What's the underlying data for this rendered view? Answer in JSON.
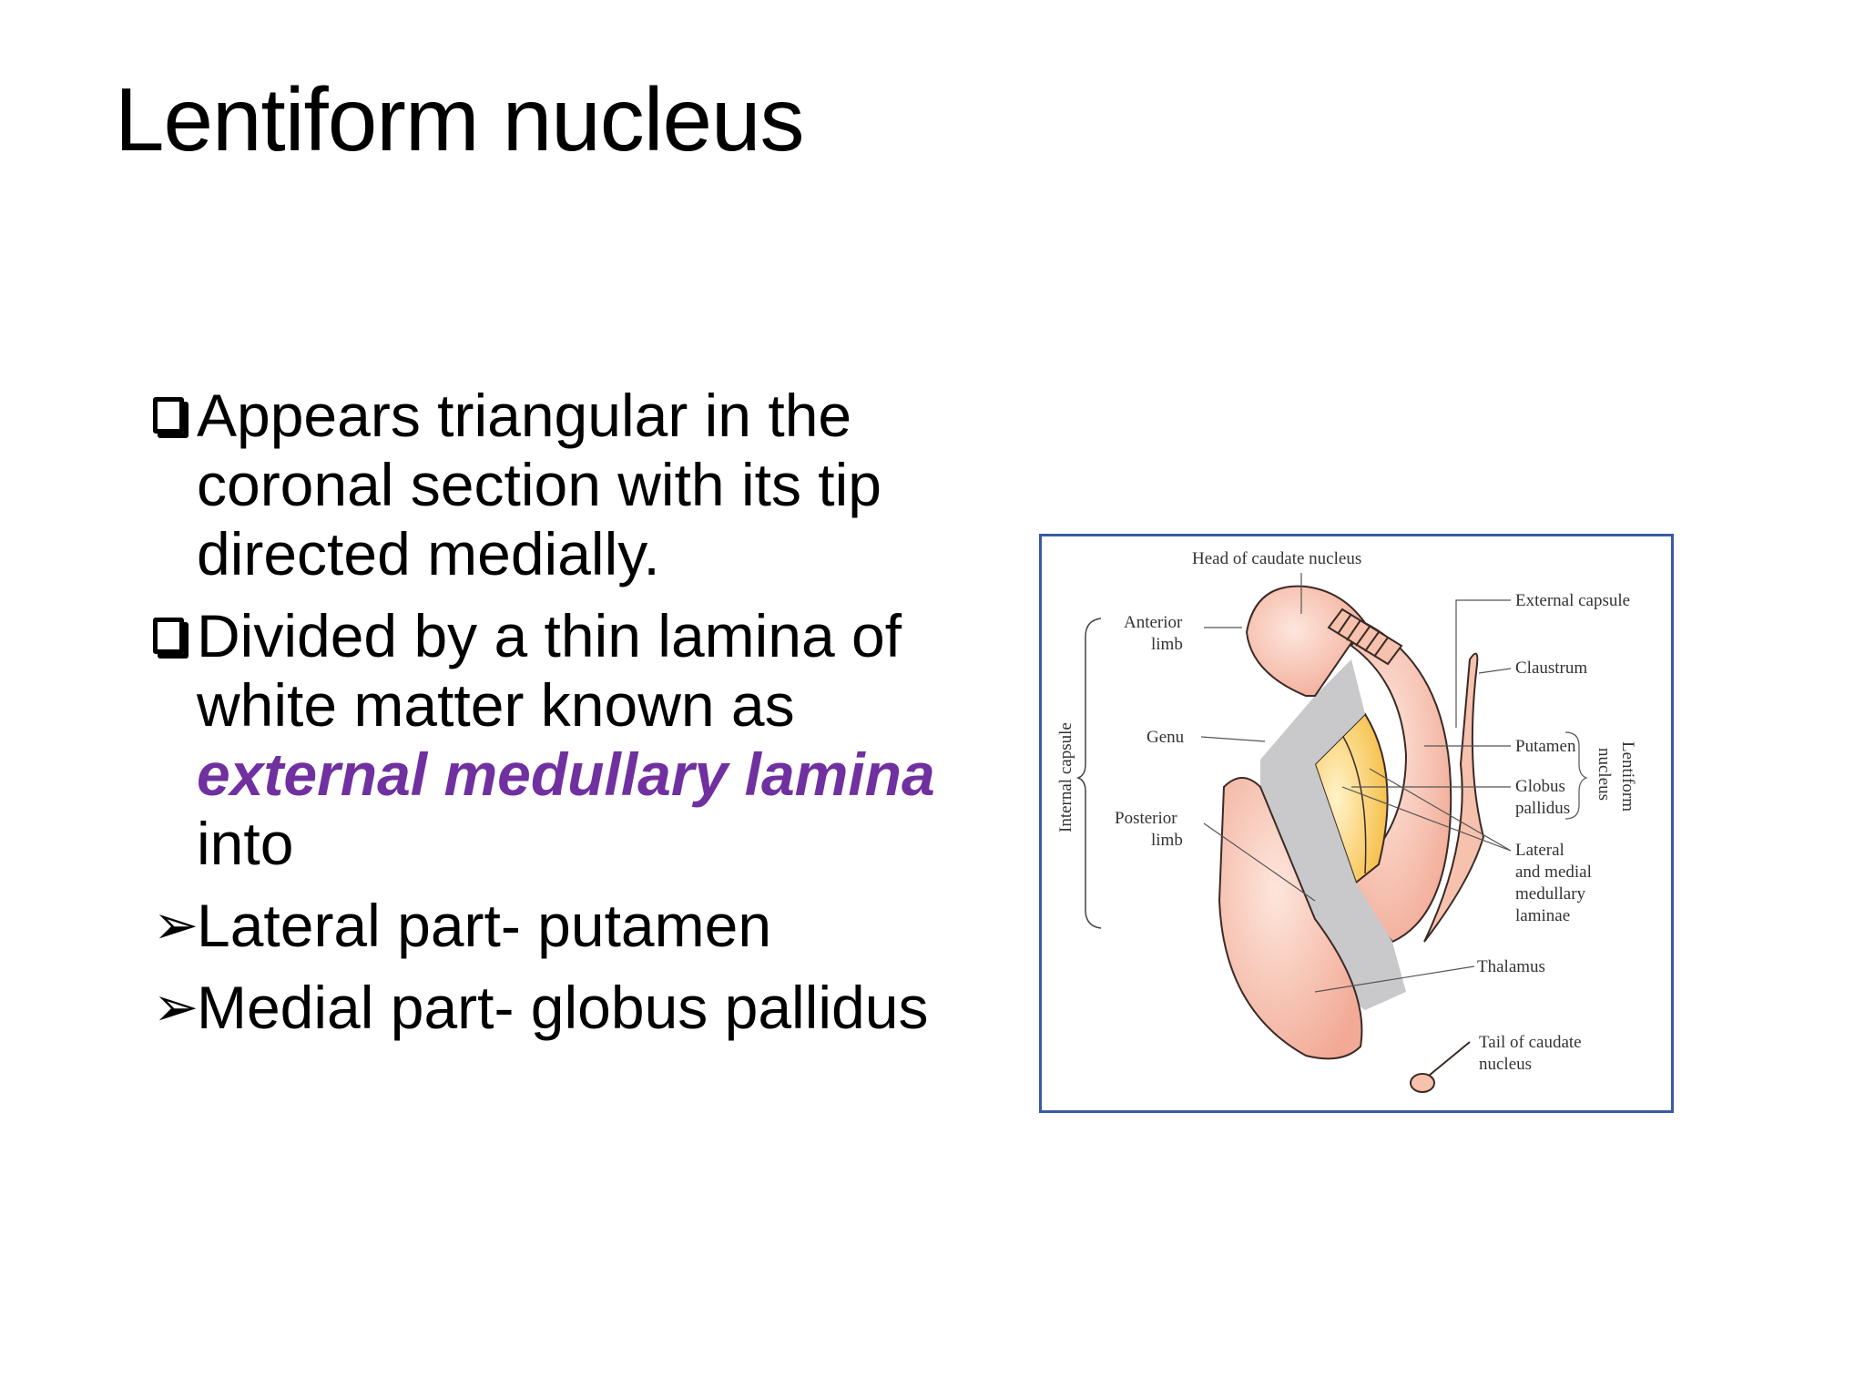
{
  "slide": {
    "title": "Lentiform nucleus",
    "bullets": [
      {
        "marker": "checkbox",
        "text_before": "Appears triangular in the coronal section with its tip directed medially."
      },
      {
        "marker": "checkbox",
        "text_before": "Divided by a thin lamina of white matter known as ",
        "highlight": "external medullary lamina",
        "text_after": " into",
        "highlight_color": "#7030a0"
      },
      {
        "marker": "arrow",
        "text_before": "Lateral part- putamen"
      },
      {
        "marker": "arrow",
        "text_before": "Medial part- globus pallidus"
      }
    ]
  },
  "figure": {
    "labels": {
      "head_caudate": "Head of caudate nucleus",
      "external_capsule": "External capsule",
      "anterior_limb_1": "Anterior",
      "anterior_limb_2": "limb",
      "claustrum": "Claustrum",
      "genu": "Genu",
      "putamen": "Putamen",
      "globus_1": "Globus",
      "globus_2": "pallidus",
      "lentiform_1": "Lentiform",
      "lentiform_2": "nucleus",
      "internal_capsule": "Internal capsule",
      "posterior_limb_1": "Posterior",
      "posterior_limb_2": "limb",
      "laminae_1": "Lateral",
      "laminae_2": "and medial",
      "laminae_3": "medullary",
      "laminae_4": "laminae",
      "thalamus": "Thalamus",
      "tail_1": "Tail of caudate",
      "tail_2": "nucleus"
    },
    "colors": {
      "nucleus_fill": "#f6c2ae",
      "capsule_fill": "#c9c9cb",
      "globus_fill": "#f8cf63",
      "outline": "#3a2a26",
      "frame": "#3a5aa6"
    }
  }
}
